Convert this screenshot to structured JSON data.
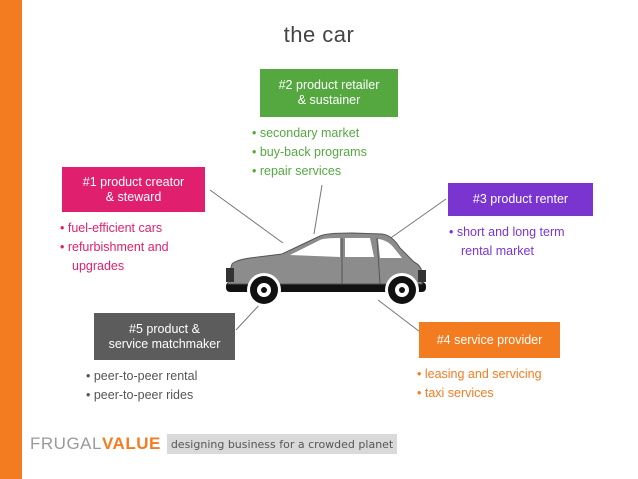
{
  "title": "the car",
  "colors": {
    "accent_orange": "#f47c20",
    "retailer_green": "#55a840",
    "creator_pink": "#e0206e",
    "renter_purple": "#7a35d0",
    "provider_orange": "#f47c20",
    "matchmaker_gray": "#5c5c5c",
    "car_body": "#8c8c8c"
  },
  "roles": {
    "retailer": {
      "label_lines": [
        "#2 product retailer",
        "& sustainer"
      ],
      "bullets": [
        "• secondary market",
        "• buy-back programs",
        "• repair services"
      ]
    },
    "creator": {
      "label_lines": [
        "#1 product creator",
        "& steward"
      ],
      "bullets": [
        "• fuel-efficient cars",
        "• refurbishment and",
        "upgrades"
      ]
    },
    "renter": {
      "label_lines": [
        "#3 product renter"
      ],
      "bullets": [
        "• short and long term",
        "rental market"
      ]
    },
    "matchmaker": {
      "label_lines": [
        "#5 product &",
        "service matchmaker"
      ],
      "bullets": [
        "• peer-to-peer rental",
        "• peer-to-peer rides"
      ]
    },
    "provider": {
      "label_lines": [
        "#4 service provider"
      ],
      "bullets": [
        "• leasing and servicing",
        "• taxi services"
      ]
    }
  },
  "footer": {
    "brand_light": "FRUGAL",
    "brand_bold": "VALUE",
    "tagline": "designing business for a crowded planet"
  }
}
